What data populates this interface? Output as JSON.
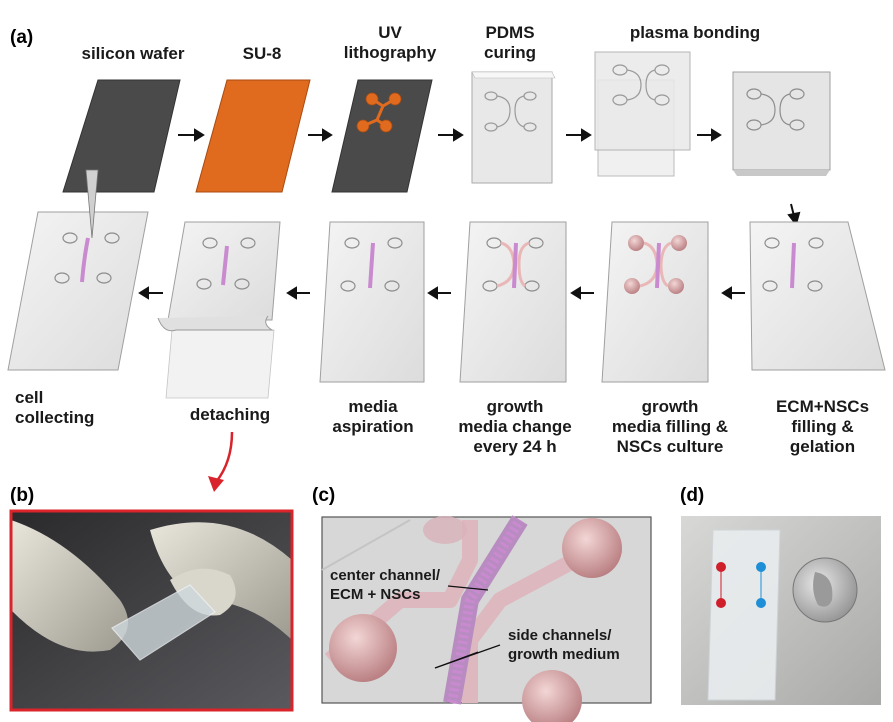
{
  "panels": {
    "a": "(a)",
    "b": "(b)",
    "c": "(c)",
    "d": "(d)"
  },
  "steps_top": [
    "silicon wafer",
    "SU-8",
    "UV\nlithography",
    "PDMS\ncuring",
    "plasma bonding"
  ],
  "steps_bottom": [
    "cell\ncollecting",
    "detaching",
    "media\naspiration",
    "growth\nmedia change\nevery 24 h",
    "growth\nmedia filling &\nNSCs culture",
    "ECM+NSCs\nfilling &\ngelation"
  ],
  "panel_c": {
    "center": "center channel/\nECM + NSCs",
    "side": "side channels/\ngrowth medium"
  },
  "colors": {
    "wafer": "#4a4a4a",
    "su8": "#e06a1e",
    "ecm": "#c98ad0",
    "media": "#e9b7b7",
    "red_frame": "#d8242a",
    "blue_dye": "#1e8fd6",
    "red_dye": "#cf1f2a"
  }
}
